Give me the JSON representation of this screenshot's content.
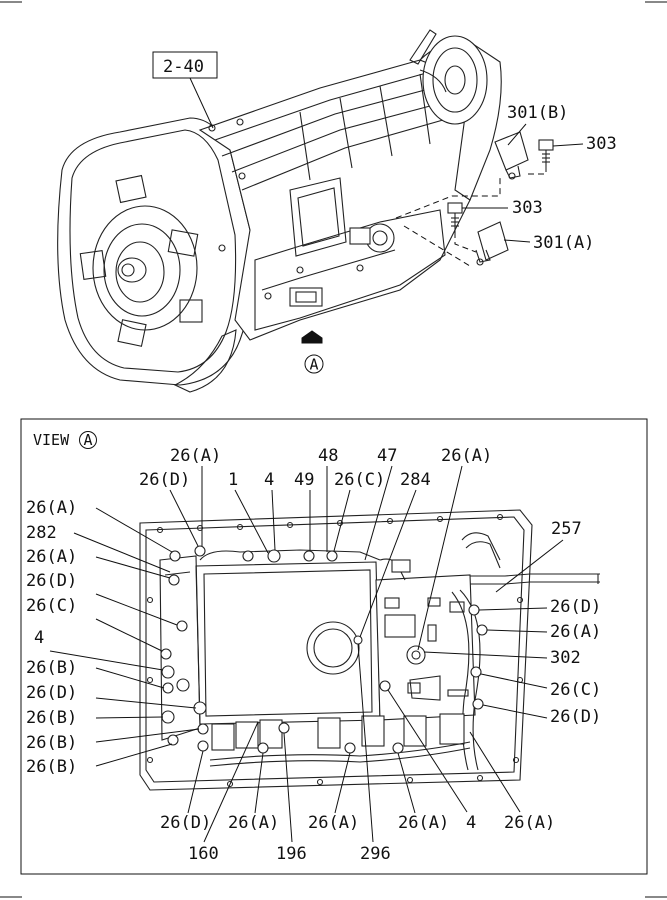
{
  "top_labels": {
    "ref_box": "2-40",
    "connector_b": "301(B)",
    "bolt_upper": "303",
    "bolt_lower": "303",
    "connector_a": "301(A)",
    "view_marker": "A"
  },
  "view": {
    "title": "VIEW",
    "marker": "A",
    "callouts": {
      "c26a_top": "26(A)",
      "c26d_top": "26(D)",
      "c1": "1",
      "c4_top": "4",
      "c49": "49",
      "c48": "48",
      "c26c_top": "26(C)",
      "c47": "47",
      "c284": "284",
      "c26a_topright": "26(A)",
      "c257": "257",
      "l26a_1": "26(A)",
      "l282": "282",
      "l26a_2": "26(A)",
      "l26d_1": "26(D)",
      "l26c": "26(C)",
      "l4": "4",
      "l26b_1": "26(B)",
      "l26d_2": "26(D)",
      "l26b_2": "26(B)",
      "l26b_3": "26(B)",
      "l26b_4": "26(B)",
      "r26d_1": "26(D)",
      "r26a": "26(A)",
      "r302": "302",
      "r26c": "26(C)",
      "r26d_2": "26(D)",
      "b26d": "26(D)",
      "b26a_1": "26(A)",
      "b26a_2": "26(A)",
      "b26a_3": "26(A)",
      "b4": "4",
      "b26a_4": "26(A)",
      "b160": "160",
      "b196": "196",
      "b296": "296"
    }
  }
}
